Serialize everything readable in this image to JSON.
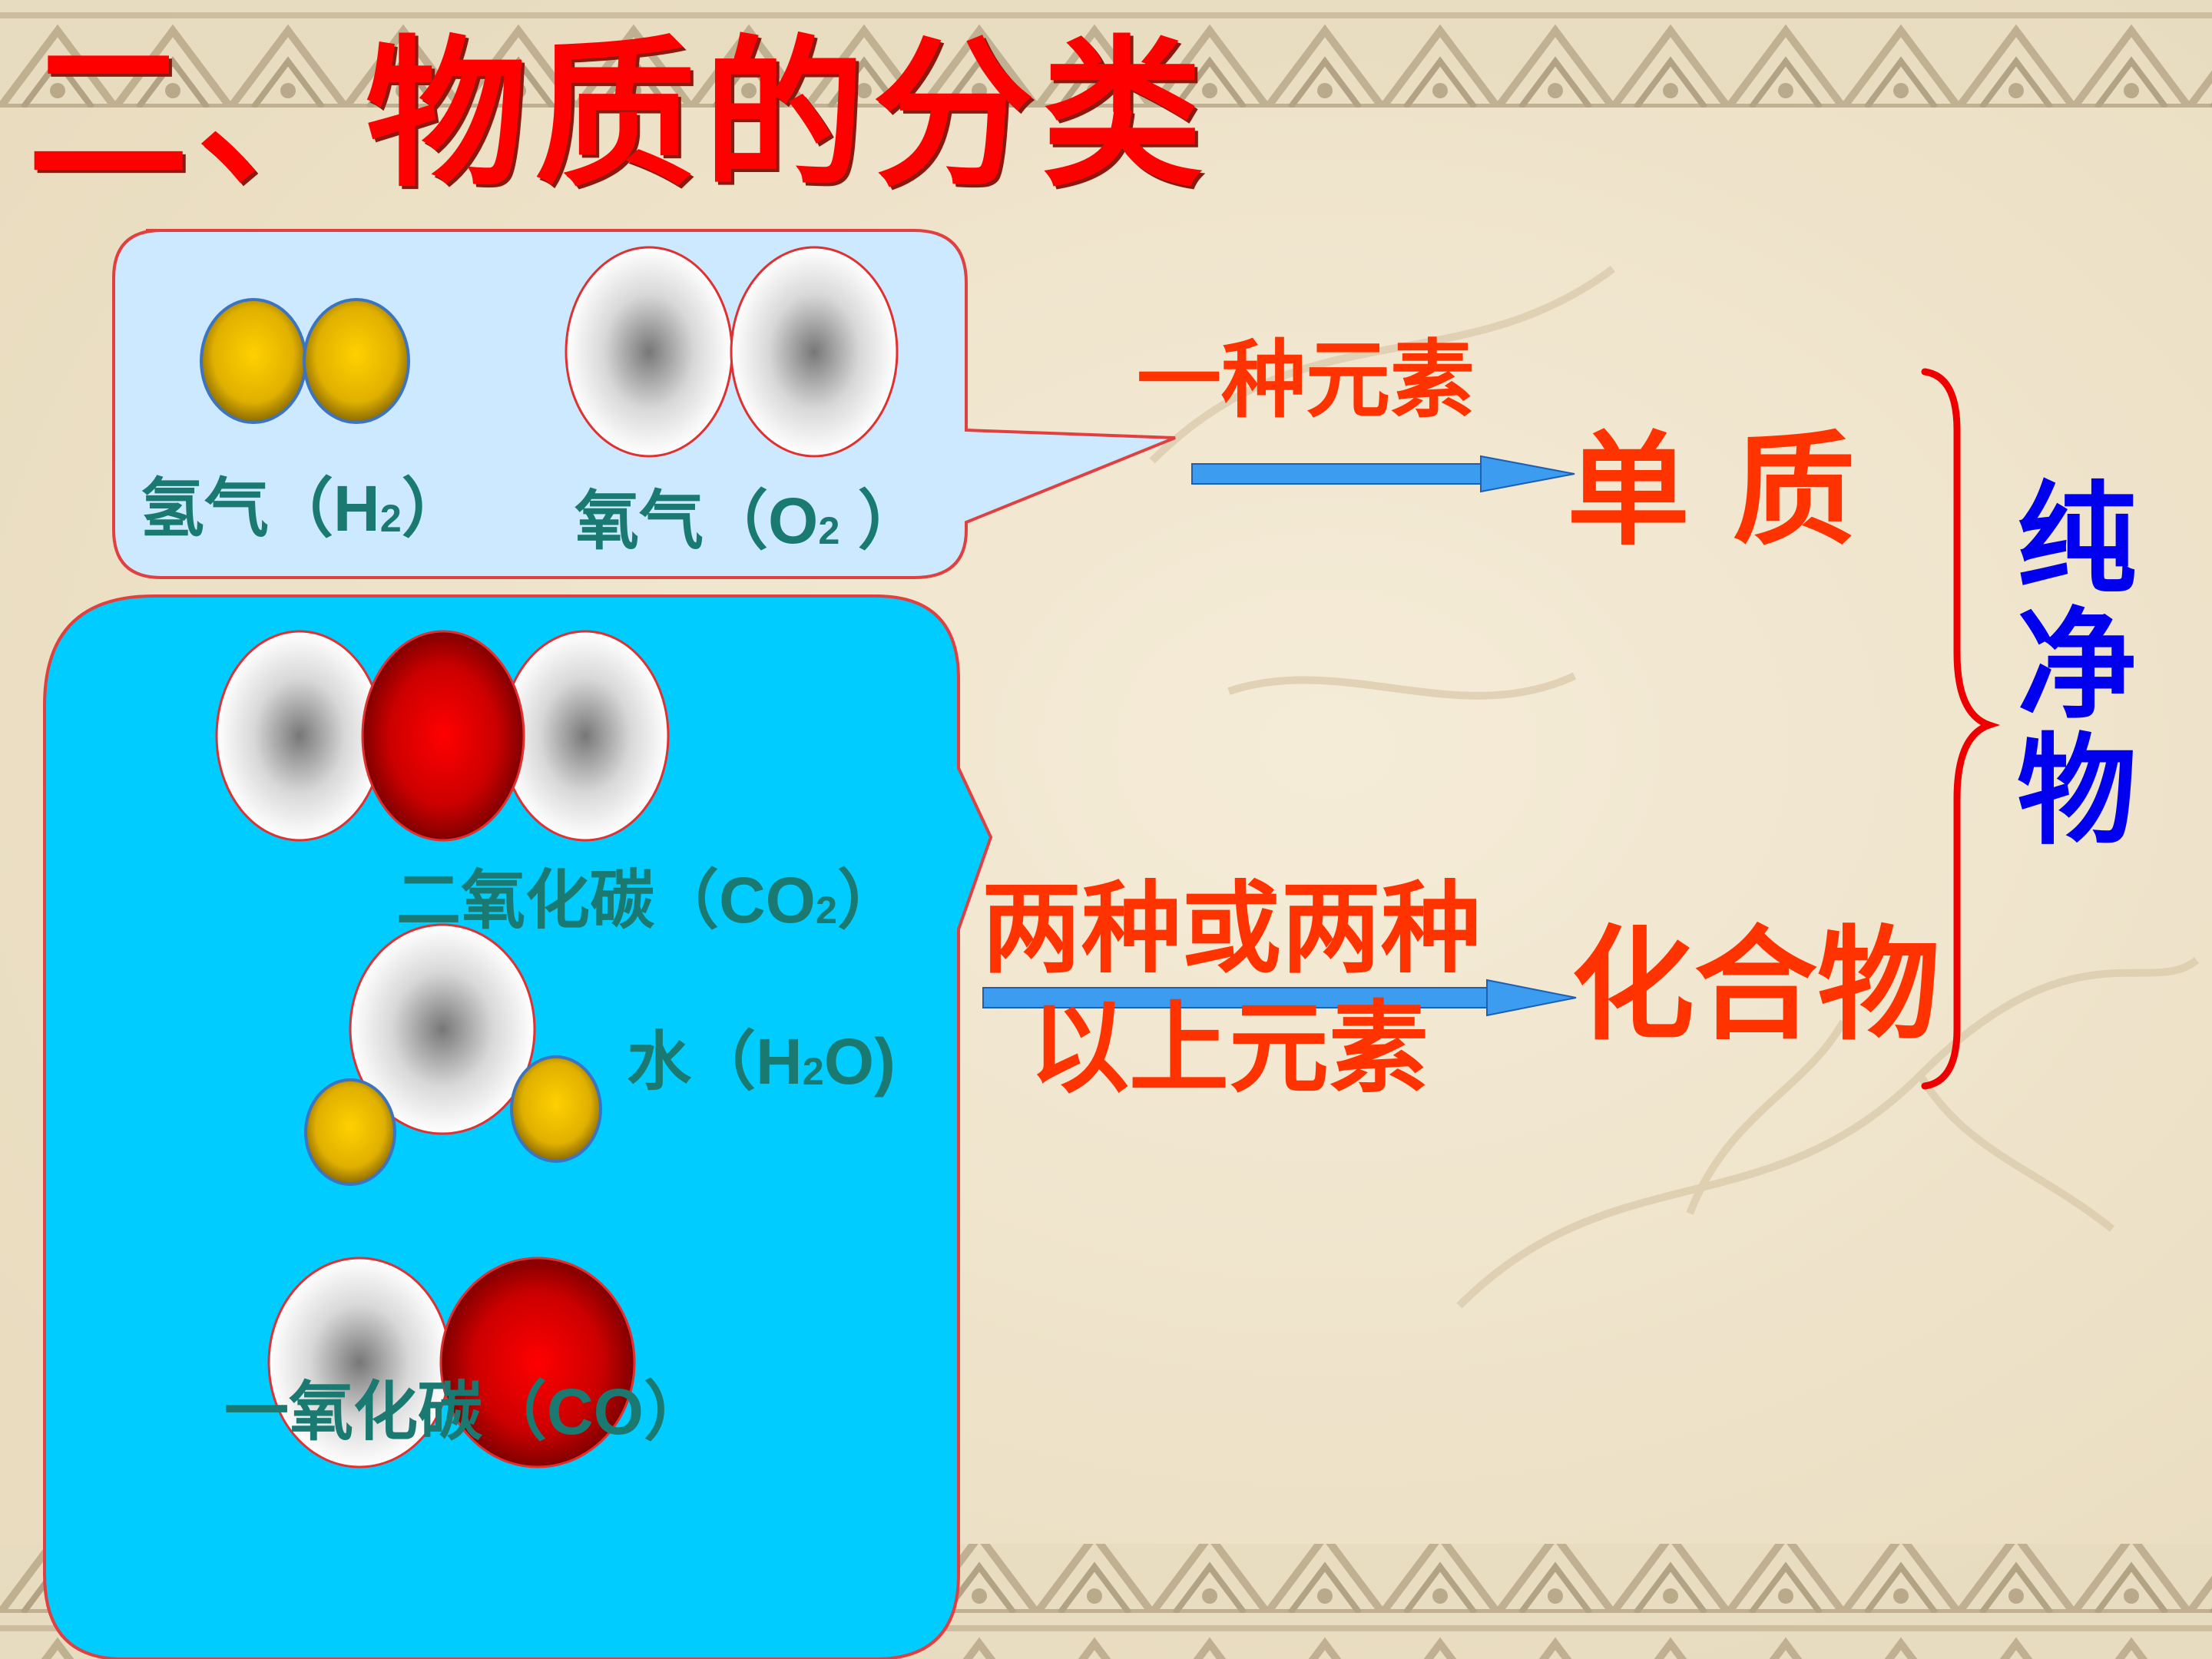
{
  "title": "二、物质的分类",
  "molecules": {
    "hydrogen": {
      "name": "氢气（",
      "formula": "H",
      "sub": "2",
      "close": "）"
    },
    "oxygen": {
      "name": "氧气（",
      "formula": "O",
      "sub": "2",
      "close": " ）"
    },
    "carbon_dioxide": {
      "name": "二氧化碳（",
      "formula": "CO",
      "sub": "2",
      "close": "）"
    },
    "water": {
      "name": "水（",
      "formula": "H",
      "sub": "2",
      "tail": "O)"
    },
    "carbon_monoxide": {
      "name": "一氧化碳（",
      "formula": "CO",
      "close": "）"
    }
  },
  "arrows": {
    "one_element": "一种元素",
    "two_elements_line1": "两种或两种",
    "two_elements_line2": "以上元素"
  },
  "categories": {
    "elementary": "单 质",
    "compound": "化合物",
    "pure": "纯净物"
  },
  "colors": {
    "title": "#ff0000",
    "label": "#1a7a72",
    "category": "#ff3300",
    "pure": "#0000ee",
    "element_box": "#cce9ff",
    "compound_box": "#00ccff",
    "arrow": "#3b9cf0",
    "brace": "#ee0000"
  }
}
